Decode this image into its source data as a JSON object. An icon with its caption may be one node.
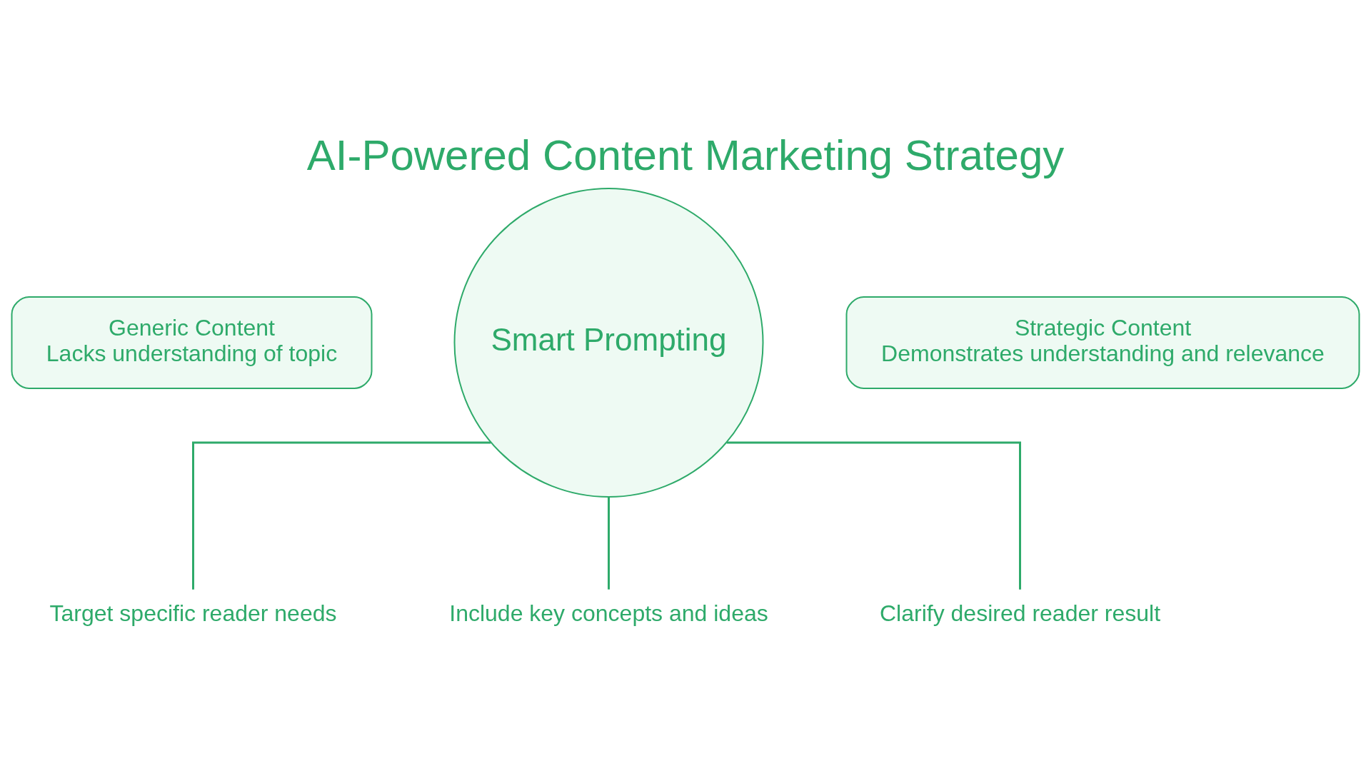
{
  "diagram": {
    "title": "AI-Powered Content Marketing Strategy",
    "nodes": [
      {
        "text": [
          "Generic Content",
          "Lacks understanding of topic"
        ]
      },
      {
        "text": [
          "Smart Prompting"
        ]
      },
      {
        "text": [
          "Strategic Content",
          "Demonstrates understanding and relevance"
        ]
      },
      {
        "text": [
          "Target specific reader needs"
        ]
      },
      {
        "text": [
          "Include key concepts and ideas"
        ]
      },
      {
        "text": [
          "Clarify desired reader result"
        ]
      }
    ],
    "edges": [
      {
        "from": 1,
        "to": 3,
        "arrow": "none"
      },
      {
        "from": 1,
        "to": 4,
        "arrow": "none"
      },
      {
        "from": 1,
        "to": 5,
        "arrow": "none"
      }
    ]
  }
}
